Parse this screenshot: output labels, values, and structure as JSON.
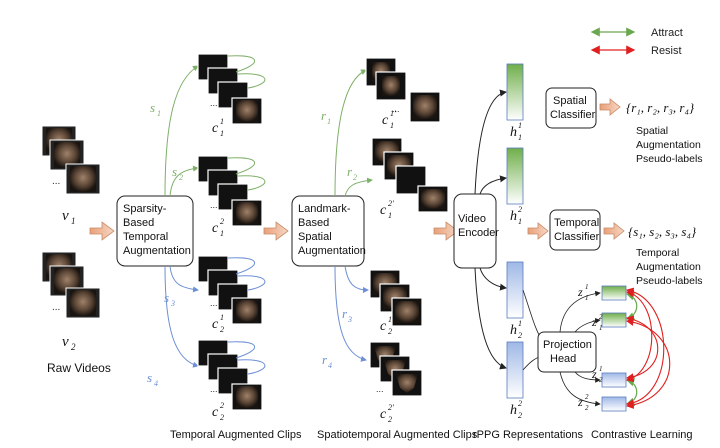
{
  "legend": {
    "attract": "Attract",
    "resist": "Resist",
    "attract_color": "#6aa84f",
    "resist_color": "#e02020"
  },
  "raw_videos": {
    "caption": "Raw Videos",
    "v1": "v",
    "v1_sub": "1",
    "v2": "v",
    "v2_sub": "2",
    "dots": "..."
  },
  "boxes": {
    "temporal_aug": [
      "Sparsity-",
      "Based",
      "Temporal",
      "Augmentation"
    ],
    "spatial_aug": [
      "Landmark-",
      "Based",
      "Spatial",
      "Augmentation"
    ],
    "encoder": [
      "Video",
      "Encoder"
    ],
    "spatial_classifier": [
      "Spatial",
      "Classifier"
    ],
    "temporal_classifier": [
      "Temporal",
      "Classifier"
    ],
    "projection_head": [
      "Projection",
      "Head"
    ]
  },
  "sampling": {
    "s1": "s",
    "s1_sub": "1",
    "s2": "s",
    "s2_sub": "2",
    "s3": "s",
    "s3_sub": "3",
    "s4": "s",
    "s4_sub": "4",
    "r1": "r",
    "r1_sub": "1",
    "r2": "r",
    "r2_sub": "2",
    "r3": "r",
    "r3_sub": "3",
    "r4": "r",
    "r4_sub": "4",
    "green": "#7fb069",
    "blue": "#6d8fd6"
  },
  "clips": {
    "c11": "c",
    "c11_sub": "1",
    "c11_sup": "1",
    "c12": "c",
    "c12_sub": "1",
    "c12_sup": "2",
    "c21": "c",
    "c21_sub": "2",
    "c21_sup": "1",
    "c22": "c",
    "c22_sub": "2",
    "c22_sup": "2",
    "c11p": "c",
    "c11p_sub": "1",
    "c11p_sup": "1′",
    "c12p": "c",
    "c12p_sub": "1",
    "c12p_sup": "2′",
    "c21p": "c",
    "c21p_sub": "2",
    "c21p_sup": "1′",
    "c22p": "c",
    "c22p_sub": "2",
    "c22p_sup": "2′"
  },
  "reps": {
    "h11": "h",
    "h11_sub": "1",
    "h11_sup": "1",
    "h12": "h",
    "h12_sub": "1",
    "h12_sup": "2",
    "h21": "h",
    "h21_sub": "2",
    "h21_sup": "1",
    "h22": "h",
    "h22_sub": "2",
    "h22_sup": "2"
  },
  "proj": {
    "z11": "z",
    "z11_sub": "1",
    "z11_sup": "1",
    "z12": "z",
    "z12_sub": "1",
    "z12_sup": "2",
    "z21": "z",
    "z21_sub": "2",
    "z21_sup": "1",
    "z22": "z",
    "z22_sub": "2",
    "z22_sup": "2"
  },
  "outputs": {
    "spatial_labels": "{r₁, r₂, r₃, r₄}",
    "spatial_caption": [
      "Spatial",
      "Augmentation",
      "Pseudo-labels"
    ],
    "temporal_labels": "{s₁, s₂, s₃, s₄}",
    "temporal_caption": [
      "Temporal",
      "Augmentation",
      "Pseudo-labels"
    ]
  },
  "captions": {
    "temporal_clips": "Temporal Augmented Clips",
    "spatiotemporal_clips": "Spatiotemporal Augmented Clips",
    "rppg": "rPPG Representations",
    "contrastive": "Contrastive Learning"
  }
}
